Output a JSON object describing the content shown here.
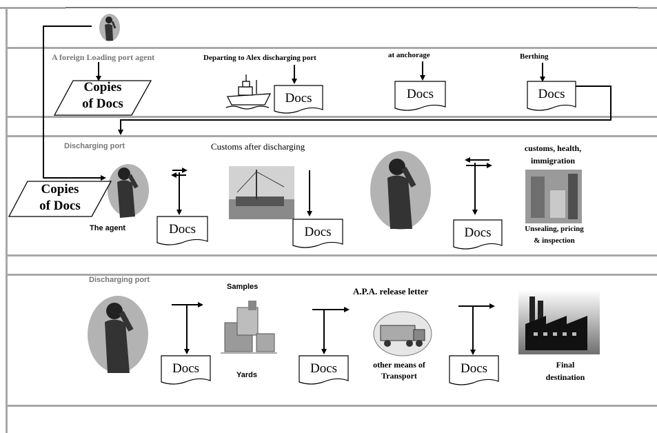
{
  "row1": {
    "agent_label": "A foreign Loading port agent",
    "copies_label_line1": "Copies",
    "copies_label_line2": "of Docs",
    "departing_label": "Departing to Alex discharging port",
    "anchorage_label": "at anchorage",
    "berthing_label": "Berthing",
    "docs": "Docs"
  },
  "row2": {
    "port_label": "Discharging port",
    "copies_label_line1": "Copies",
    "copies_label_line2": "of Docs",
    "agent_label": "The agent",
    "customs_label": "Customs after discharging",
    "authorities_label_line1": "customs, health,",
    "authorities_label_line2": "immigration",
    "unsealing_label_line1": "Unsealing, pricing",
    "unsealing_label_line2": "& inspection",
    "docs": "Docs"
  },
  "row3": {
    "port_label": "Discharging port",
    "samples_label": "Samples",
    "yards_label": "Yards",
    "release_label": "A.P.A. release letter",
    "transport_label_line1": "other means of",
    "transport_label_line2": "Transport",
    "final_label_line1": "Final",
    "final_label_line2": "destination",
    "docs": "Docs"
  },
  "colors": {
    "lines": "#a8a8a8",
    "person_bg": "#b3b3b3",
    "arrow": "#000000"
  }
}
